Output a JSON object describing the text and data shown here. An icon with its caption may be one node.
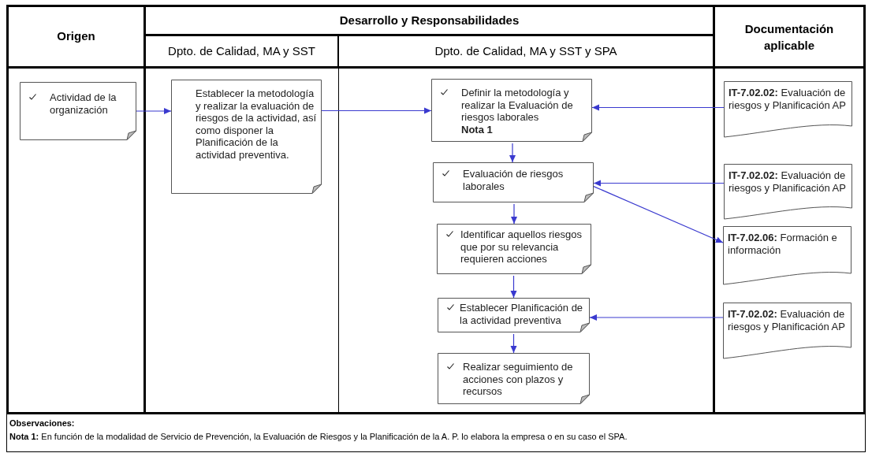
{
  "diagram": {
    "nodes": [
      {
        "text": [
          "Actividad de la organización"
        ]
      },
      {
        "text": [
          "Establecer la metodología y realizar la evaluación de riesgos de la actividad, así como disponer la Planificación de la actividad preventiva."
        ]
      },
      {
        "text": [
          "Definir la metodología y realizar la Evaluación de riesgos laborales",
          "Nota 1"
        ]
      },
      {
        "text": [
          "Evaluación de riesgos laborales"
        ]
      },
      {
        "text": [
          "Identificar aquellos riesgos que por su relevancia requieren acciones"
        ]
      },
      {
        "text": [
          "Establecer Planificación de la actividad preventiva"
        ]
      },
      {
        "text": [
          "Realizar seguimiento de acciones con plazos y recursos"
        ]
      },
      {
        "text": [
          "**IT-7.02.02:** Evaluación de riesgos y Planificación AP"
        ]
      },
      {
        "text": [
          "**IT-7.02.02:** Evaluación de riesgos y Planificación AP"
        ]
      },
      {
        "text": [
          "**IT-7.02.06:** Formación e información"
        ]
      },
      {
        "text": [
          "**IT-7.02.02:** Evaluación de riesgos y Planificación AP"
        ]
      }
    ],
    "edges": [
      {
        "from": 0,
        "to": 1,
        "arrow": "to"
      },
      {
        "from": 1,
        "to": 2,
        "arrow": "to"
      },
      {
        "from": 7,
        "to": 2,
        "arrow": "to"
      },
      {
        "from": 2,
        "to": 3,
        "arrow": "to"
      },
      {
        "from": 8,
        "to": 3,
        "arrow": "to"
      },
      {
        "from": 3,
        "to": 9,
        "arrow": "to"
      },
      {
        "from": 3,
        "to": 4,
        "arrow": "to"
      },
      {
        "from": 4,
        "to": 5,
        "arrow": "to"
      },
      {
        "from": 10,
        "to": 5,
        "arrow": "to"
      },
      {
        "from": 5,
        "to": 6,
        "arrow": "to"
      }
    ],
    "labels": [
      "Origen",
      "Desarrollo y Responsabilidades",
      "Documentación aplicable",
      "Dpto. de Calidad, MA y SST",
      "Dpto. de Calidad, MA y SST y SPA",
      "Observaciones:",
      "**Nota 1:** En función de la modalidad de Servicio de Prevención, la Evaluación de Riesgos y la Planificación de la A. P.  lo elabora la empresa o en su caso el SPA."
    ]
  }
}
